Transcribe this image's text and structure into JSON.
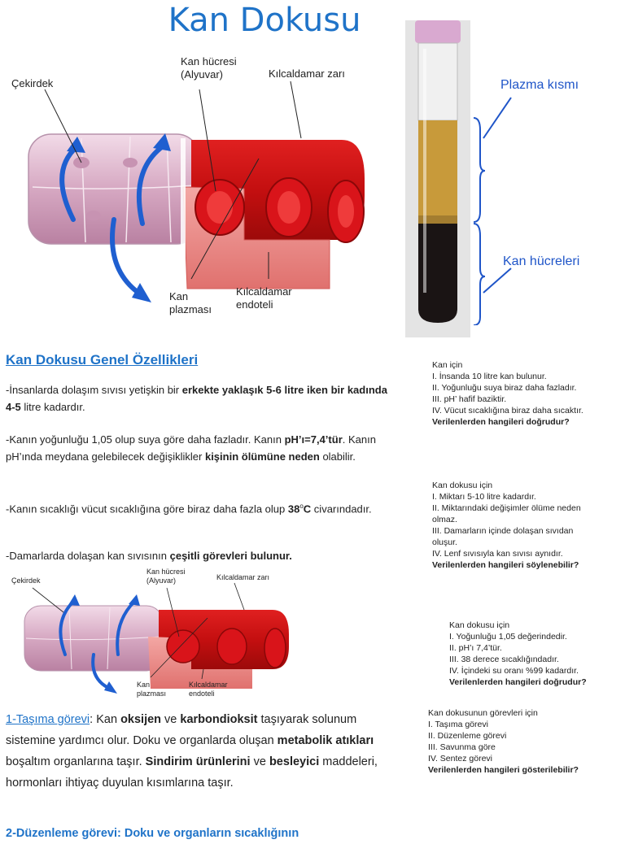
{
  "title": "Kan Dokusu",
  "diagram_large": {
    "nucleus": "Çekirdek",
    "blood_cell_line1": "Kan hücresi",
    "blood_cell_line2": "(Alyuvar)",
    "capillary_wall": "Kılcaldamar zarı",
    "plasma_line1": "Kan",
    "plasma_line2": "plazması",
    "endothelium_line1": "Kılcaldamar",
    "endothelium_line2": "endoteli"
  },
  "diagram_small": {
    "nucleus": "Çekirdek",
    "blood_cell_line1": "Kan hücresi",
    "blood_cell_line2": "(Alyuvar)",
    "capillary_wall": "Kılcaldamar zarı",
    "plasma_line1": "Kan",
    "plasma_line2": "plazması",
    "endothelium_line1": "Kılcaldamar",
    "endothelium_line2": "endoteli"
  },
  "tube": {
    "plasma_label": "Plazma kısmı",
    "cells_label": "Kan hücreleri",
    "colors": {
      "plasma": "#c89a3a",
      "cells": "#1a1414",
      "cap": "#d9a9d0"
    }
  },
  "section": {
    "heading": "Kan Dokusu Genel Özellikleri",
    "p1": {
      "a": "-İnsanlarda dolaşım sıvısı yetişkin bir ",
      "b": "erkekte yaklaşık 5-6 litre iken bir kadında 4-5",
      "c": " litre kadardır."
    },
    "p2": {
      "a": "-Kanın yoğunluğu 1,05 olup suya göre daha fazladır. Kanın ",
      "b": "pH’ı=7,4’tür",
      "c": ". Kanın pH’ında meydana gelebilecek değişiklikler ",
      "d": "kişinin ölümüne neden",
      "e": " olabilir."
    },
    "p3": {
      "a": "-Kanın sıcaklığı vücut sıcaklığına göre biraz daha fazla olup ",
      "b": "38",
      "deg": "o",
      "c": "C",
      "d": " civarındadır."
    },
    "p4": {
      "a": "-Damarlarda dolaşan kan sıvısının ",
      "b": "çeşitli görevleri bulunur."
    }
  },
  "tasima": {
    "head": "1-Taşıma görevi",
    "colon": ": ",
    "t1": "Kan ",
    "b1": "oksijen",
    "t2": " ve ",
    "b2": "karbondioksit",
    "t3": " taşıyarak solunum sistemine yardımcı olur. Doku ve organlarda oluşan ",
    "b3": "metabolik atıkları",
    "t4": " boşaltım organlarına taşır. ",
    "b4": "Sindirim ürünlerini",
    "t5": " ve ",
    "b5": "besleyici",
    "t6": " maddeleri, hormonları ihtiyaç duyulan kısımlarına taşır."
  },
  "duzenleme_partial": "2-Düzenleme görevi: Doku ve organların sıcaklığının",
  "questions": [
    {
      "lines": [
        "Kan için",
        "I. İnsanda 10 litre kan bulunur.",
        "II. Yoğunluğu suya biraz daha fazladır.",
        "III. pH’ hafif baziktir.",
        "IV. Vücut sıcaklığına biraz daha sıcaktır."
      ],
      "ask": "Verilenlerden hangileri doğrudur?"
    },
    {
      "lines": [
        "Kan dokusu için",
        "I. Miktarı 5-10 litre kadardır.",
        "II. Miktarındaki değişimler ölüme neden",
        "olmaz.",
        "III. Damarların içinde dolaşan sıvıdan",
        "oluşur.",
        "IV. Lenf sıvısıyla kan sıvısı aynıdır."
      ],
      "ask": "Verilenlerden hangileri söylenebilir?"
    },
    {
      "lines": [
        "Kan dokusu için",
        "I. Yoğunluğu 1,05 değerindedir.",
        "II. pH’ı 7,4’tür.",
        "III. 38 derece sıcaklığındadır.",
        "IV. İçindeki su oranı %99 kadardır."
      ],
      "ask": "Verilenlerden hangileri doğrudur?"
    },
    {
      "lines": [
        "Kan dokusunun görevleri için",
        "I. Taşıma görevi",
        "II. Düzenleme görevi",
        "III. Savunma göre",
        "IV. Sentez görevi"
      ],
      "ask": "Verilenlerden hangileri gösterilebilir?"
    }
  ]
}
